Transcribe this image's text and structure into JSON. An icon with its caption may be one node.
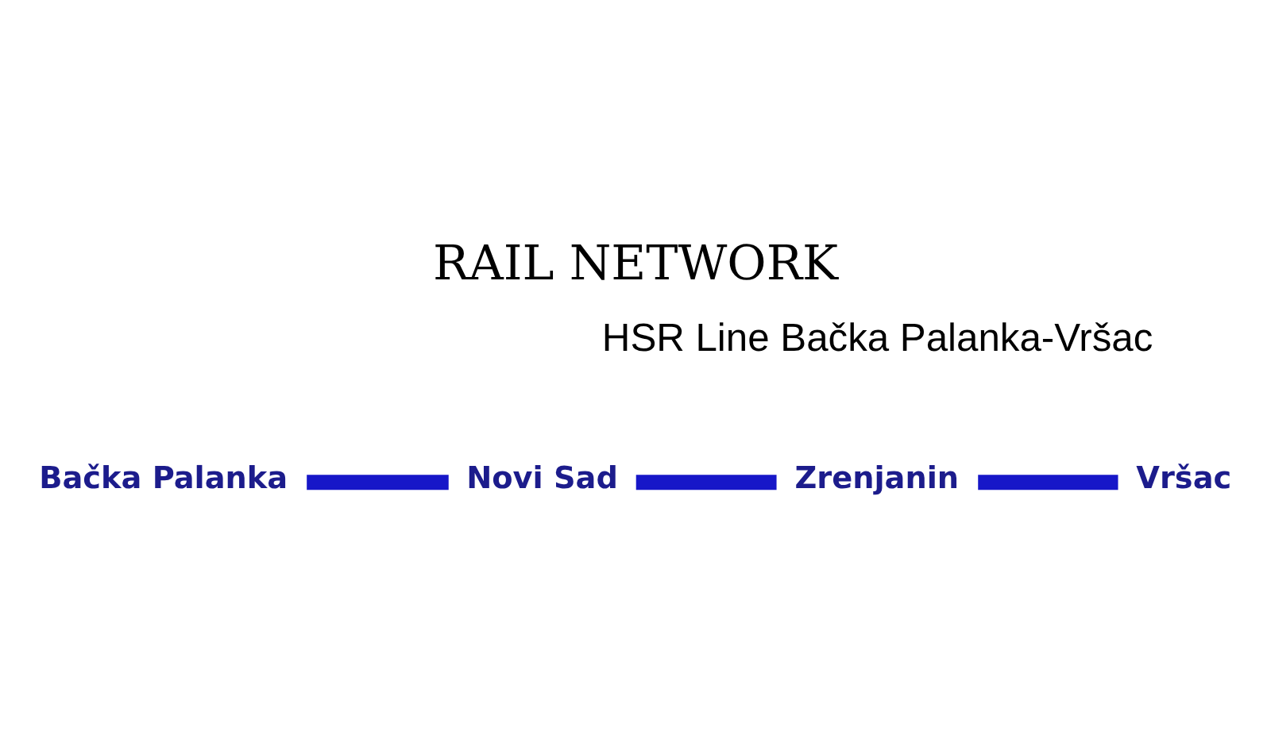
{
  "diagram": {
    "title": "RAIL NETWORK",
    "nodes": [
      {
        "text": [
          "Bačka Palanka"
        ]
      },
      {
        "text": [
          "Novi Sad"
        ]
      },
      {
        "text": [
          "Zrenjanin"
        ]
      },
      {
        "text": [
          "Vršac"
        ]
      }
    ],
    "edges": [
      {
        "from": 0,
        "to": 1,
        "arrow": "none"
      },
      {
        "from": 1,
        "to": 2,
        "arrow": "none"
      },
      {
        "from": 2,
        "to": 3,
        "arrow": "none"
      }
    ],
    "labels": [
      "HSR Line Bačka Palanka-Vršac"
    ]
  }
}
